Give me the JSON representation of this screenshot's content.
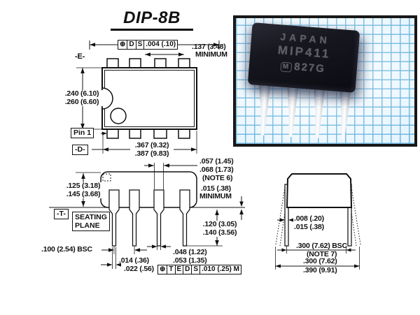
{
  "title": "DIP-8B",
  "photo": {
    "country": "JAPAN",
    "part": "MIP411",
    "logo": "M",
    "date_code": "827G"
  },
  "top_view": {
    "fcf": {
      "sym": "⊕",
      "c1": "D",
      "c2": "S",
      "tol": ".004 (.10)"
    },
    "min_gap_1": ".137 (3.48)",
    "min_gap_2": "MINIMUM",
    "datum_e": "-E-",
    "height_1": ".240 (6.10)",
    "height_2": ".260 (6.60)",
    "pin1": "Pin 1",
    "datum_d": "-D-",
    "width_1": ".367 (9.32)",
    "width_2": ".387 (9.83)"
  },
  "front_view": {
    "body_h_1": ".125 (3.18)",
    "body_h_2": ".145 (3.68)",
    "datum_t": "-T-",
    "seating_1": "SEATING",
    "seating_2": "PLANE",
    "pitch": ".100 (2.54) BSC",
    "tip_w_1": ".014 (.36)",
    "tip_w_2": ".022 (.56)",
    "mid_w_1": ".048 (1.22)",
    "mid_w_2": ".053 (1.35)",
    "fcf": {
      "sym": "⊕",
      "c1": "T",
      "c2": "E",
      "c3": "D",
      "c4": "S",
      "tol": ".010 (.25) M"
    },
    "shoulder_1": ".057 (1.45)",
    "shoulder_2": ".068 (1.73)",
    "shoulder_3": "(NOTE 6)",
    "standoff_1": ".015 (.38)",
    "standoff_2": "MINIMUM",
    "lead_len_1": ".120 (3.05)",
    "lead_len_2": ".140 (3.56)"
  },
  "end_view": {
    "thick_1": ".008 (.20)",
    "thick_2": ".015 (.38)",
    "row_1": ".300 (7.62) BSC",
    "row_2": "(NOTE 7)",
    "span_1": ".300 (7.62)",
    "span_2": ".390 (9.91)"
  }
}
